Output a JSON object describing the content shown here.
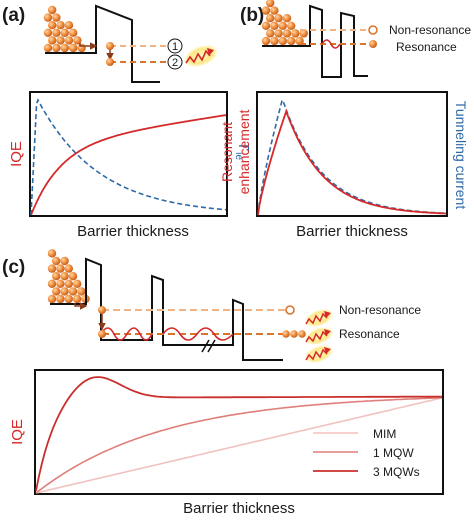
{
  "panels": {
    "a": {
      "label": "(a)",
      "marker1": "1",
      "marker2": "2",
      "ylabel_left": "IQE",
      "ylabel_right_main": "Γ",
      "ylabel_right_sub": "ie",
      "xlabel": "Barrier thickness"
    },
    "b": {
      "label": "(b)",
      "state_top": "Non-resonance",
      "state_bottom": "Resonance",
      "ylabel_left_1": "Resonant",
      "ylabel_left_2": "enhancement",
      "ylabel_right": "Tunneling current",
      "xlabel": "Barrier thickness"
    },
    "c": {
      "label": "(c)",
      "state_top": "Non-resonance",
      "state_bottom": "Resonance",
      "ylabel": "IQE",
      "xlabel": "Barrier thickness",
      "legend": [
        "MIM",
        "1 MQW",
        "3 MQWs"
      ]
    }
  },
  "colors": {
    "red": "#d42a2a",
    "blue": "#2d6aa8",
    "orange": "#ec8a3c",
    "glow": "#fde98a",
    "mim": "#f1c2bf",
    "mqw1": "#df7f79",
    "mqw3": "#c9302c"
  }
}
